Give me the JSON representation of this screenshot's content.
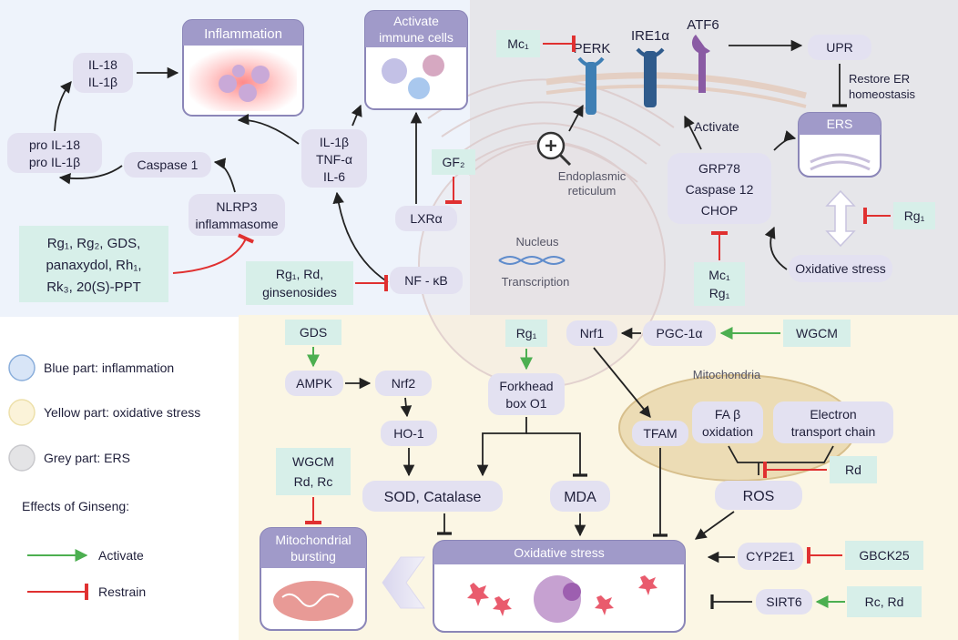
{
  "inflammation": {
    "inflammation_title": "Inflammation",
    "activate_immune_title": "Activate immune cells",
    "il18_il1b": [
      "IL-18",
      "IL-1β"
    ],
    "pro_il": [
      "pro IL-18",
      "pro IL-1β"
    ],
    "caspase1": "Caspase 1",
    "nlrp3": [
      "NLRP3",
      "inflammasome"
    ],
    "cytokines": [
      "IL-1β",
      "TNF-α",
      "IL-6"
    ],
    "lxra": "LXRα",
    "gf2": "GF₂",
    "nfkb": "NF - κB",
    "ginseng_list": [
      "Rg₁, Rg₂, GDS,",
      "panaxydol, Rh₁,",
      "Rk₃, 20(S)-PPT"
    ],
    "rg1_rd": [
      "Rg₁, Rd,",
      "ginsenosides"
    ]
  },
  "ers": {
    "mc1_top": "Mc₁",
    "perk": "PERK",
    "ire1a": "IRE1α",
    "atf6": "ATF6",
    "upr": "UPR",
    "restore": [
      "Restore ER",
      "homeostasis"
    ],
    "ers_title": "ERS",
    "activate": "Activate",
    "grp78": [
      "GRP78",
      "Caspase 12",
      "CHOP"
    ],
    "er_label": [
      "Endoplasmic",
      "reticulum"
    ],
    "rg1_right": "Rg₁",
    "oxidative_stress": "Oxidative stress",
    "mc1_rg1": [
      "Mc₁",
      "Rg₁"
    ],
    "nucleus": "Nucleus",
    "transcription": "Transcription"
  },
  "oxidative": {
    "gds": "GDS",
    "ampk": "AMPK",
    "nrf2": "Nrf2",
    "ho1": "HO-1",
    "rg1": "Rg₁",
    "forkhead": [
      "Forkhead",
      "box O1"
    ],
    "nrf1": "Nrf1",
    "pgc1a": "PGC-1α",
    "wgcm_right": "WGCM",
    "mitochondria": "Mitochondria",
    "tfam": "TFAM",
    "fa_ox": [
      "FA β",
      "oxidation"
    ],
    "etc": [
      "Electron",
      "transport chain"
    ],
    "rd": "Rd",
    "wgcm_rd_rc": [
      "WGCM",
      "Rd, Rc"
    ],
    "sod_catalase": "SOD,  Catalase",
    "mda": "MDA",
    "ros": "ROS",
    "mito_bursting": [
      "Mitochondrial",
      "bursting"
    ],
    "oxidative_stress_box": "Oxidative stress",
    "cyp2e1": "CYP2E1",
    "gbck25": "GBCK25",
    "sirt6": "SIRT6",
    "rc_rd": "Rc, Rd"
  },
  "legend": {
    "blue": "Blue part: inflammation",
    "yellow": "Yellow part: oxidative stress",
    "grey": "Grey part: ERS",
    "effects": "Effects of Ginseng:",
    "activate": "Activate",
    "restrain": "Restrain"
  },
  "colors": {
    "blue_bg": "#eef3fb",
    "grey_bg": "#e6e6ea",
    "yellow_bg": "#fbf6e4",
    "node": "#e3e1f1",
    "box_border": "#8b86b8",
    "title_fill": "#a09ac9",
    "ginseng": "#d7efe9",
    "activate_arrow": "#4caf50",
    "restrain_arrow": "#e03030"
  }
}
